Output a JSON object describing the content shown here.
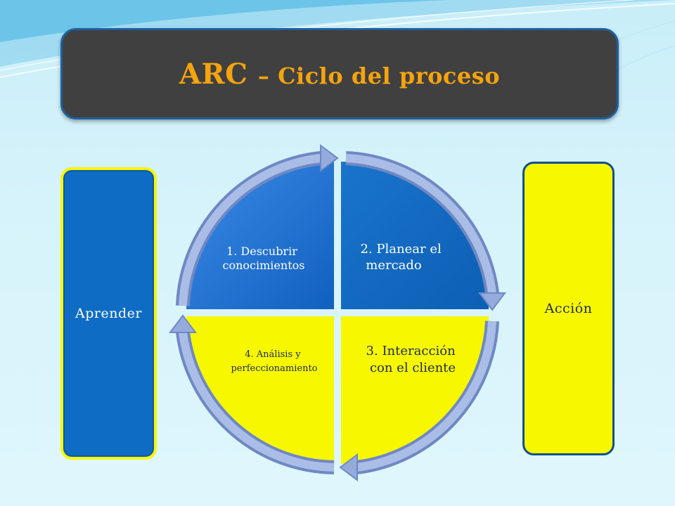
{
  "title": {
    "main": "ARC",
    "rest": "– Ciclo del proceso"
  },
  "left_box": {
    "label": "Aprender"
  },
  "right_box": {
    "label": "Acción"
  },
  "cycle": {
    "quadrants": [
      {
        "label_lines": [
          "1. Descubrir",
          "conocimientos"
        ],
        "color": "#1a6fd0"
      },
      {
        "label_lines": [
          "2. Planear el",
          "mercado"
        ],
        "color": "#0f6cc4"
      },
      {
        "label_lines": [
          "3. Interacción",
          "con el cliente"
        ],
        "color": "#f7f700"
      },
      {
        "label_lines": [
          "4. Análisis y",
          "perfeccionamiento"
        ],
        "color": "#f7f700"
      }
    ]
  },
  "colors": {
    "blue": "#0f6cc4",
    "yellow": "#f7f700",
    "title_text": "#f5a30e",
    "title_bg": "#404040",
    "arrow": "#8ea6d8"
  }
}
